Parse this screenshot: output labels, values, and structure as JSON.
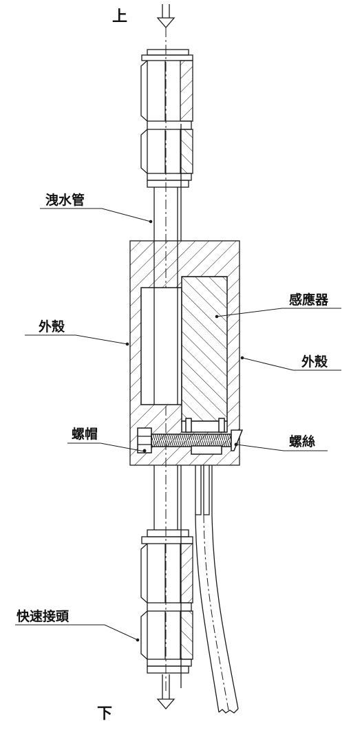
{
  "directions": {
    "top": "上",
    "bottom": "下"
  },
  "labels": {
    "drain_pipe": "洩水管",
    "sensor": "感應器",
    "housing_left": "外殼",
    "housing_right": "外殼",
    "nut": "螺帽",
    "screw": "螺絲",
    "quick_connector": "快速接頭"
  },
  "colors": {
    "line": "#1a1a1a",
    "background": "#ffffff"
  }
}
